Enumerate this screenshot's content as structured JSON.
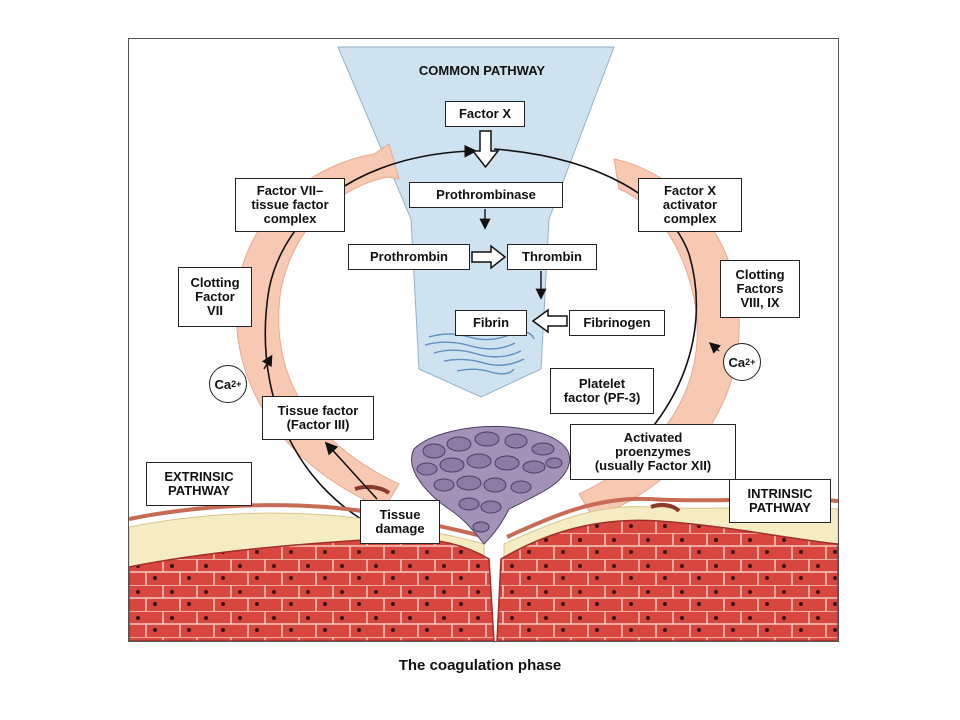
{
  "title": "COMMON PATHWAY",
  "caption": "The coagulation phase",
  "common": {
    "factor_x": "Factor X",
    "prothrombinase": "Prothrombinase",
    "prothrombin": "Prothrombin",
    "thrombin": "Thrombin",
    "fibrin": "Fibrin",
    "fibrinogen": "Fibrinogen"
  },
  "extrinsic": {
    "label": "EXTRINSIC\nPATHWAY",
    "factor_vii_complex": "Factor VII–\ntissue factor\ncomplex",
    "clotting_factor_vii": "Clotting\nFactor\nVII",
    "ca": "Ca",
    "ca_charge": "2+",
    "tissue_factor": "Tissue factor\n(Factor III)",
    "tissue_damage": "Tissue\ndamage"
  },
  "intrinsic": {
    "label": "INTRINSIC\nPATHWAY",
    "factor_x_activator": "Factor X\nactivator\ncomplex",
    "clotting_factors": "Clotting\nFactors\nVIII, IX",
    "ca": "Ca",
    "ca_charge": "2+",
    "platelet_factor": "Platelet\nfactor (PF-3)",
    "activated_proenzymes": "Activated\nproenzymes\n(usually Factor XII)"
  },
  "colors": {
    "funnel": "#cfe2f0",
    "band": "#f7c9b3",
    "tissue_red": "#d8473f",
    "fat_yellow": "#f6ecc4",
    "clot_purple": "#8f7aa6"
  }
}
